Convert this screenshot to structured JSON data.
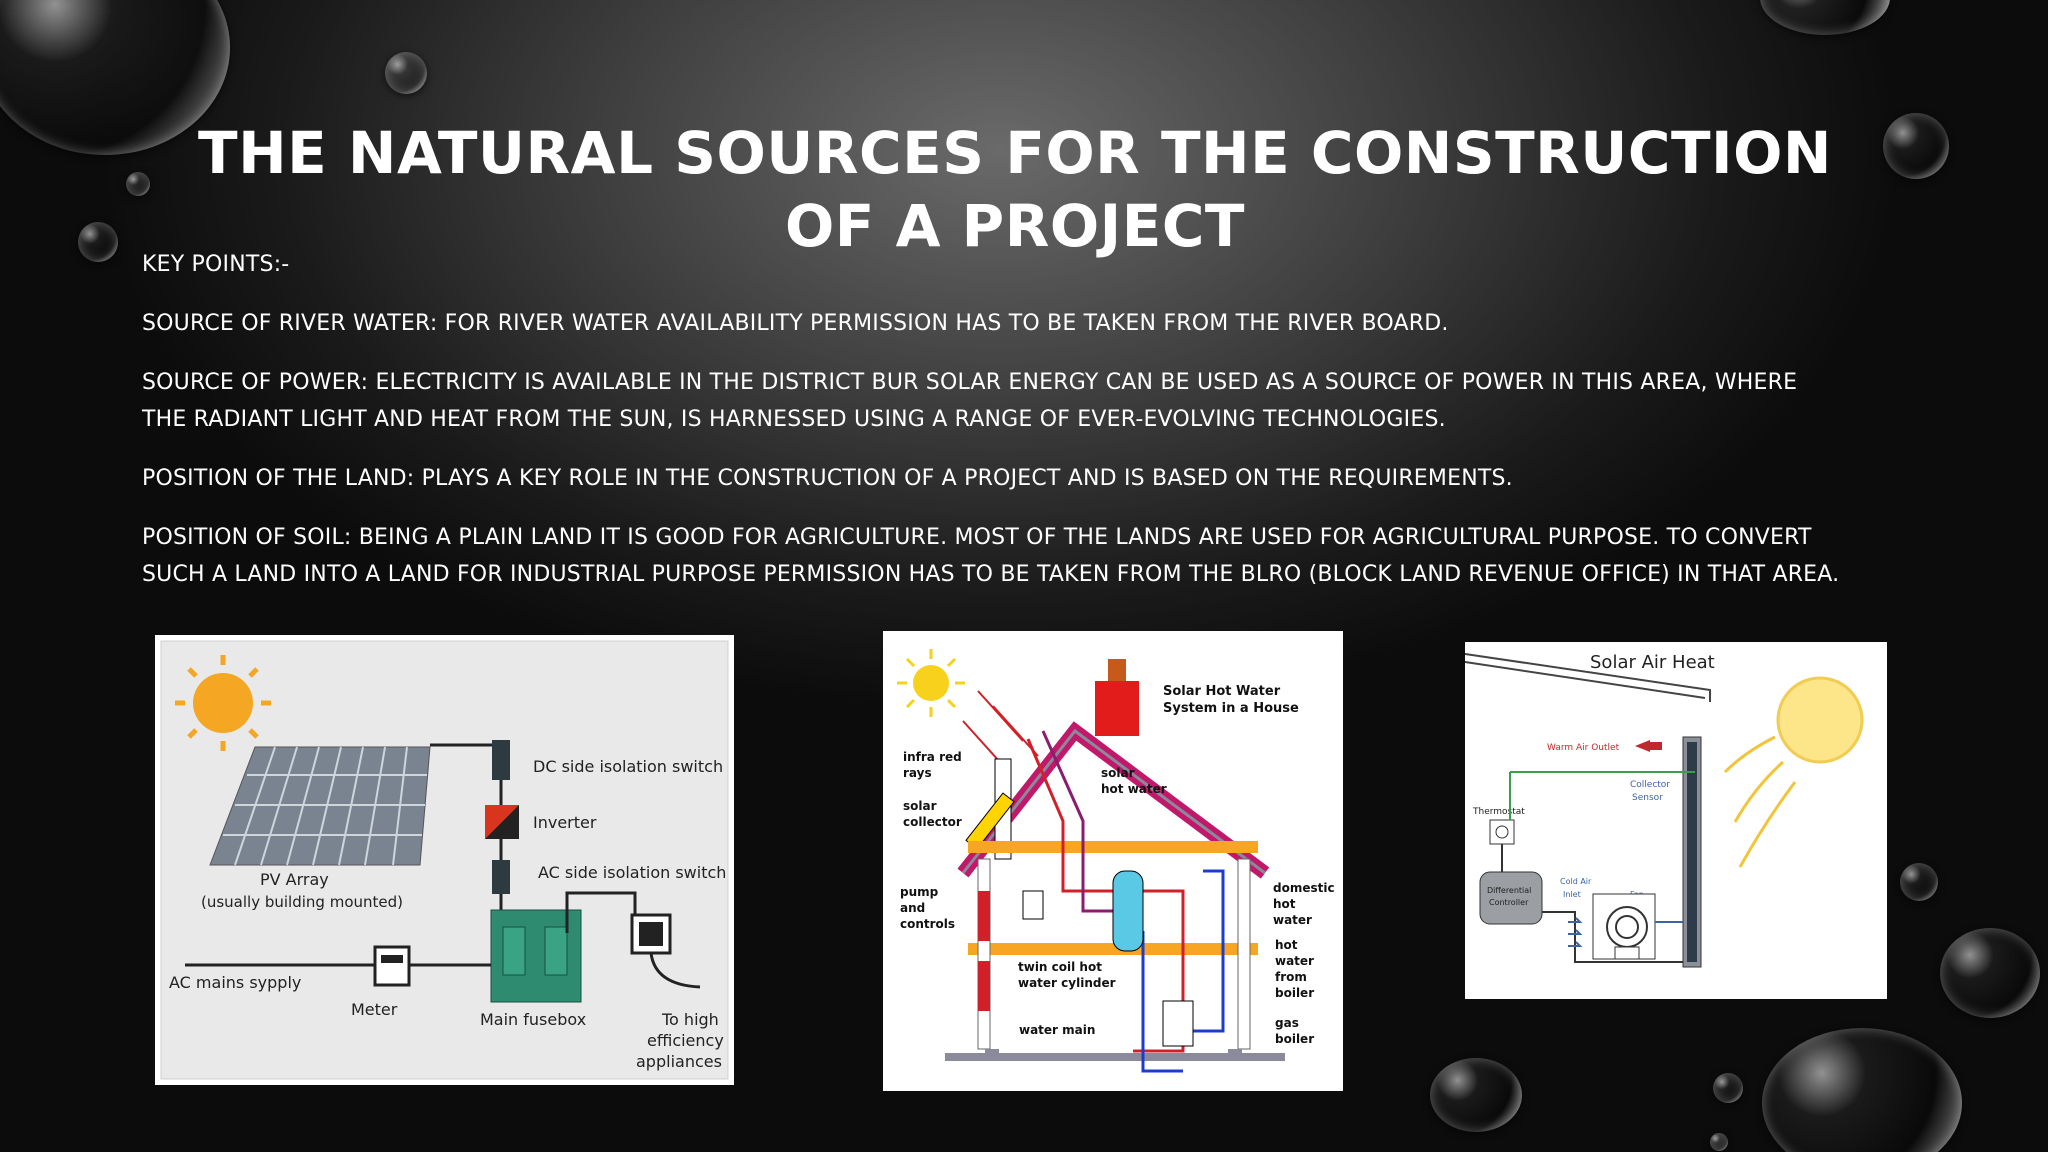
{
  "slide": {
    "title": "The natural sources for the construction of a project",
    "points": [
      "Key points:-",
      "Source of river water: for river water availability permission has to be taken from the river board.",
      "Source of Power: Electricity is available in the district bur solar energy can be used as a source of power in this area, where the radiant light and heat from the Sun, is harnessed using a range of ever-evolving technologies.",
      "Position of the land: plays a key role in the construction of a project and is based on the requirements.",
      "Position of soil: being a plain land it is good for agriculture. Most of the lands are used for agricultural purpose. To convert such a land into a land for industrial purpose permission has to be taken from the BLRO (Block Land Revenue Office) in that area."
    ]
  },
  "figure1": {
    "dc_switch": "DC side isolation switch",
    "inverter": "Inverter",
    "ac_switch": "AC side isolation switch",
    "pv_array": "PV Array",
    "pv_array_note": "(usually building mounted)",
    "ac_mains": "AC mains sypply",
    "meter": "Meter",
    "fusebox": "Main fusebox",
    "appliance_1": "To high",
    "appliance_2": "efficiency",
    "appliance_3": "appliances"
  },
  "figure2": {
    "title_1": "Solar Hot Water",
    "title_2": "System in a House",
    "infra_1": "infra red",
    "infra_2": "rays",
    "collector_1": "solar",
    "collector_2": "collector",
    "solar_hot_1": "solar",
    "solar_hot_2": "hot water",
    "pump_1": "pump",
    "pump_2": "and",
    "pump_3": "controls",
    "domestic_1": "domestic",
    "domestic_2": "hot",
    "domestic_3": "water",
    "hot_1": "hot",
    "hot_2": "water",
    "hot_3": "from",
    "hot_4": "boiler",
    "cylinder_1": "twin coil hot",
    "cylinder_2": "water cylinder",
    "water_main": "water main",
    "gas_1": "gas",
    "gas_2": "boiler"
  },
  "figure3": {
    "title": "Solar Air Heat",
    "warm_outlet": "Warm Air Outlet",
    "collector_sensor_1": "Collector",
    "collector_sensor_2": "Sensor",
    "thermostat": "Thermostat",
    "controller_1": "Differential",
    "controller_2": "Controller",
    "cold_inlet_1": "Cold Air",
    "cold_inlet_2": "Inlet",
    "fan": "Fan"
  }
}
